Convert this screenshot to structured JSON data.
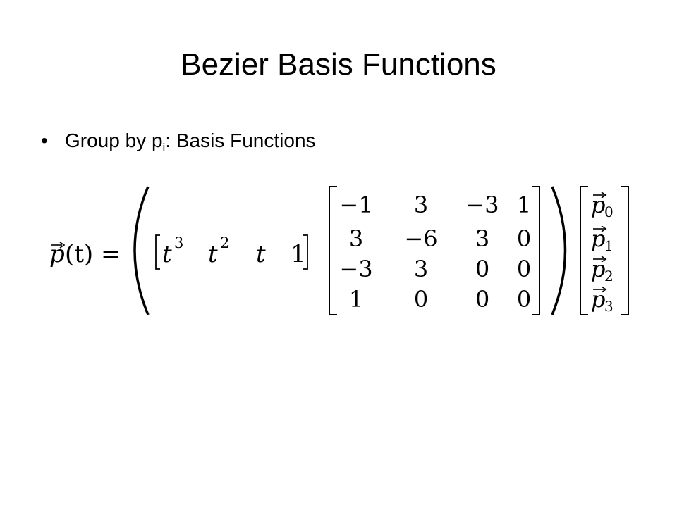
{
  "slide": {
    "title": "Bezier Basis Functions",
    "bullet": {
      "prefix": "Group by p",
      "subscript": "i",
      "suffix": ": Basis Functions"
    }
  },
  "equation": {
    "lhs_func": "p",
    "lhs_arg": "(t) =",
    "row_vector": [
      {
        "base": "t",
        "exp": "3"
      },
      {
        "base": "t",
        "exp": "2"
      },
      {
        "base": "t",
        "exp": ""
      },
      {
        "base": "1",
        "exp": ""
      }
    ],
    "basis_matrix": [
      [
        "−1",
        "3",
        "−3",
        "1"
      ],
      [
        "3",
        "−6",
        "3",
        "0"
      ],
      [
        "−3",
        "3",
        "0",
        "0"
      ],
      [
        "1",
        "0",
        "0",
        "0"
      ]
    ],
    "control_points": [
      {
        "base": "p",
        "sub": "0"
      },
      {
        "base": "p",
        "sub": "1"
      },
      {
        "base": "p",
        "sub": "2"
      },
      {
        "base": "p",
        "sub": "3"
      }
    ]
  }
}
